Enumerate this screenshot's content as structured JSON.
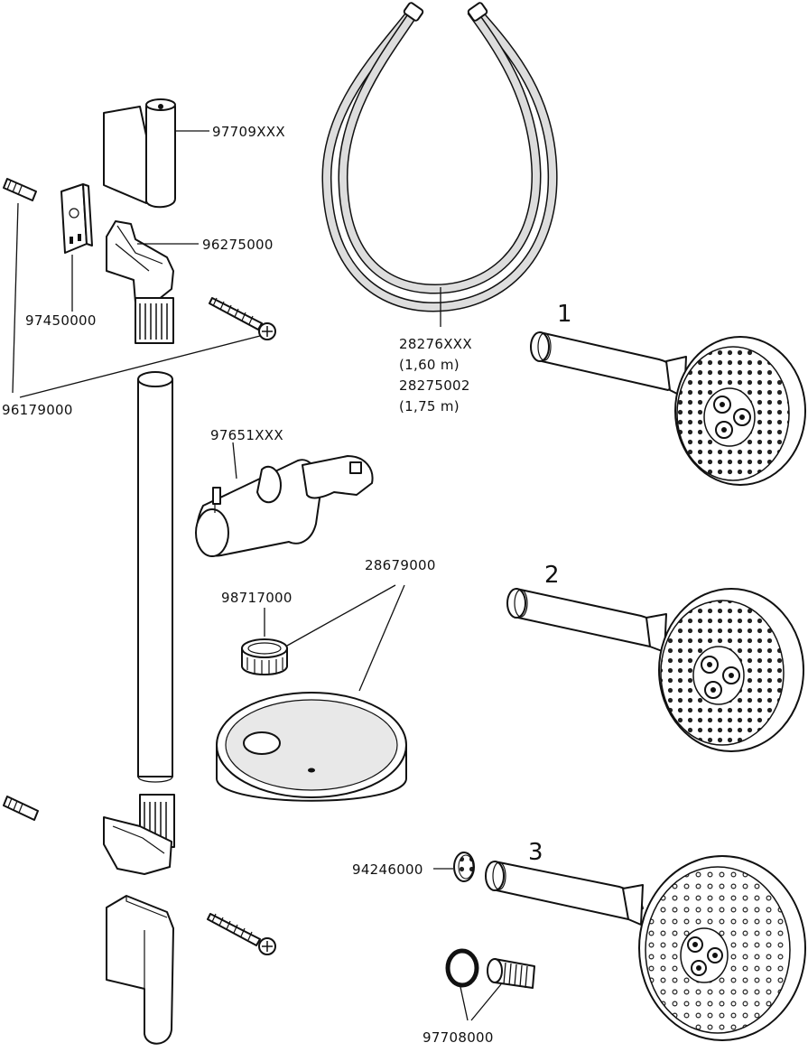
{
  "parts": {
    "p97709": "97709XXX",
    "p96275": "96275000",
    "p97450": "97450000",
    "p96179": "96179000",
    "p97651": "97651XXX",
    "p98717": "98717000",
    "p28679": "28679000",
    "p94246": "94246000",
    "p97708": "97708000"
  },
  "hose": {
    "code1": "28276XXX",
    "len1": "(1,60 m)",
    "code2": "28275002",
    "len2": "(1,75 m)"
  },
  "variants": {
    "v1": "1",
    "v2": "2",
    "v3": "3"
  }
}
